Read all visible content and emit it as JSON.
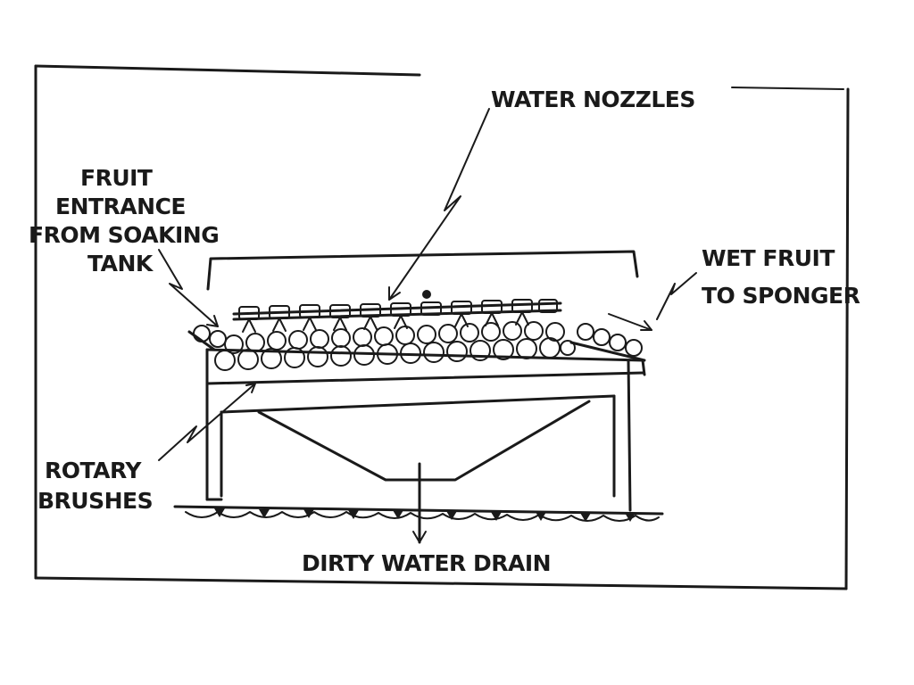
{
  "labels": {
    "water_nozzles": "WATER NOZZLES",
    "fruit_entrance_line1": "FRUIT",
    "fruit_entrance_line2": "ENTRANCE",
    "fruit_entrance_line3": "FROM SOAKING",
    "fruit_entrance_line4": "TANK",
    "wet_fruit_line1": "WET FRUIT",
    "wet_fruit_line2": "TO SPONGER",
    "rotary_brushes_line1": "ROTARY",
    "rotary_brushes_line2": "BRUSHES",
    "dirty_water_drain": "DIRTY WATER DRAIN"
  }
}
